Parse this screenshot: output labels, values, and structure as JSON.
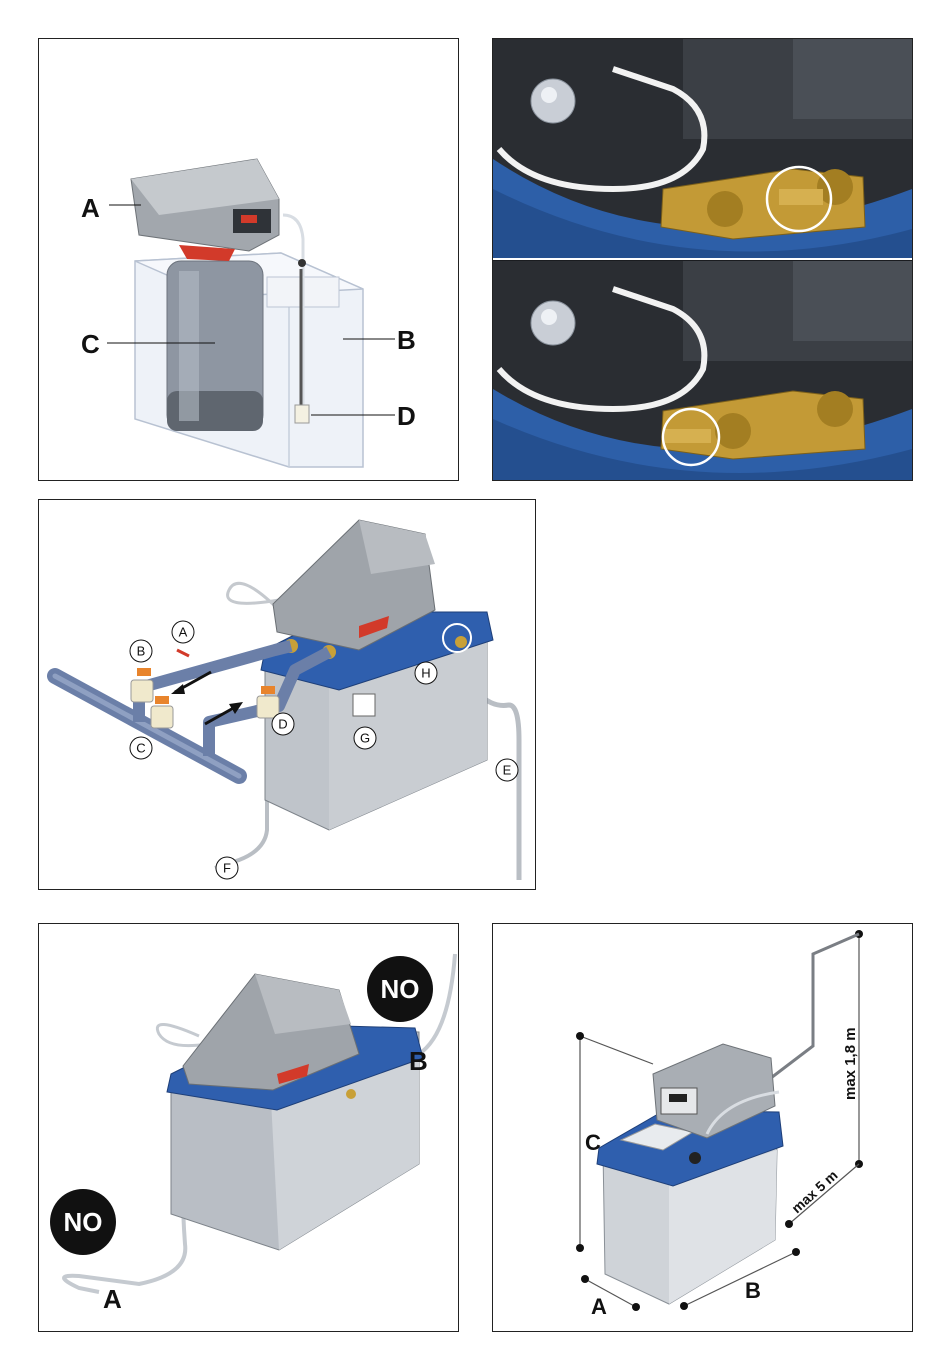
{
  "panel1": {
    "labels": {
      "a": "A",
      "b": "B",
      "c": "C",
      "d": "D"
    }
  },
  "panel3": {
    "labels": {
      "a": "A",
      "b": "B",
      "c": "C",
      "d": "D",
      "e": "E",
      "f": "F",
      "g": "G",
      "h": "H"
    }
  },
  "panel4": {
    "labels": {
      "a": "A",
      "b": "B"
    },
    "no_badge": "NO"
  },
  "panel5": {
    "labels": {
      "a": "A",
      "b": "B",
      "c": "C"
    },
    "dim_height": "max 1,8 m",
    "dim_length": "max 5 m"
  },
  "colors": {
    "blue": "#2f5fae",
    "grey": "#9aa0a6",
    "brass": "#c8a038",
    "orange": "#e8842c",
    "pipe": "#6b7fa8"
  }
}
